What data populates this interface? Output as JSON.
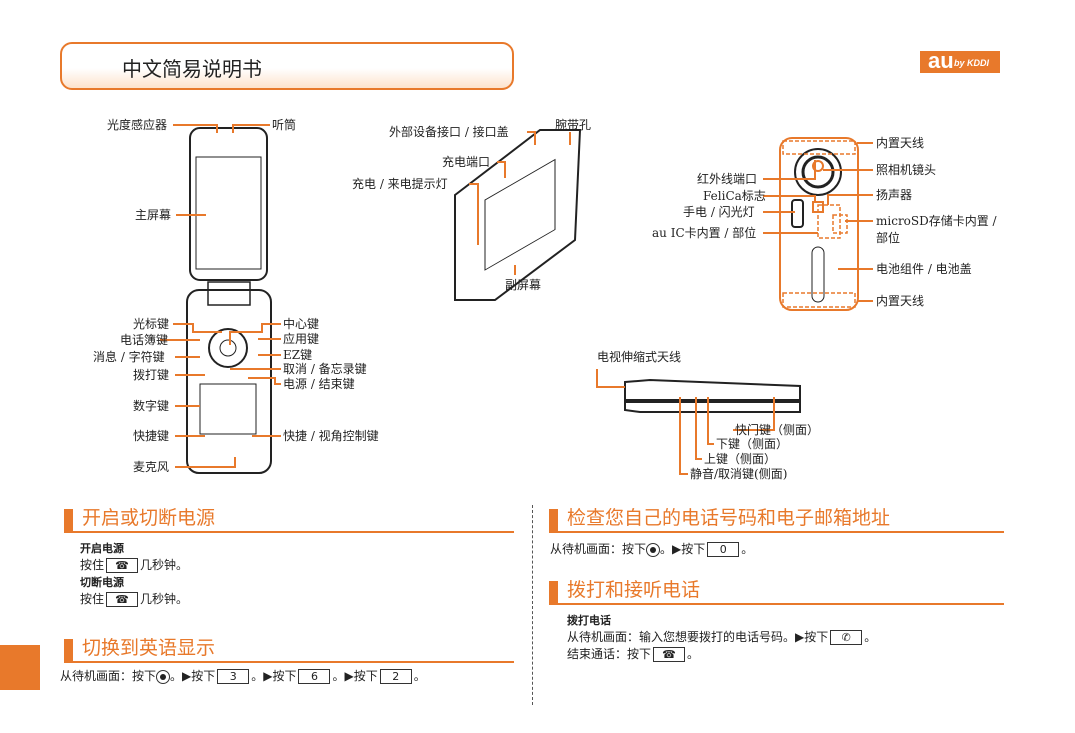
{
  "header": {
    "title": "中文简易说明书",
    "logo_text": "au",
    "logo_sub": "by KDDI"
  },
  "front": {
    "labels_left": [
      "光度感应器",
      "主屏幕",
      "光标键",
      "电话簿键",
      "消息 / 字符键",
      "拨打键",
      "数字键",
      "快捷键",
      "麦克风"
    ],
    "labels_right": [
      "听筒",
      "中心键",
      "应用键",
      "EZ键",
      "取消 / 备忘录键",
      "电源 / 结束键",
      "快捷 / 视角控制键"
    ]
  },
  "closed": {
    "labels": [
      "外部设备接口 / 接口盖",
      "腕带孔",
      "充电端口",
      "充电 / 来电提示灯",
      "副屏幕"
    ]
  },
  "back": {
    "labels_left": [
      "红外线端口",
      "FeliCa标志",
      "手电 / 闪光灯",
      "au IC卡内置 / 部位"
    ],
    "labels_right": [
      "内置天线",
      "照相机镜头",
      "扬声器",
      "microSD存储卡内置 /",
      "部位",
      "电池组件 / 电池盖",
      "内置天线"
    ]
  },
  "side": {
    "labels": [
      "电视伸缩式天线",
      "快门键（侧面）",
      "下键（侧面）",
      "上键（侧面）",
      "静音/取消键(侧面)"
    ]
  },
  "sections": {
    "power": {
      "title": "开启或切断电源",
      "on_title": "开启电源",
      "on_pre": "按住",
      "on_post": "几秒钟。",
      "off_title": "切断电源",
      "off_pre": "按住",
      "off_post": "几秒钟。",
      "key": "☎"
    },
    "english": {
      "title": "切换到英语显示",
      "pre": "从待机画面：按下",
      "s1": "。▶按下",
      "k1": "3",
      "s2": "。▶按下",
      "k2": "6",
      "s3": "。▶按下",
      "k3": "2",
      "end": "。"
    },
    "mynumber": {
      "title": "检查您自己的电话号码和电子邮箱地址",
      "pre": "从待机画面：按下",
      "s1": "。▶按下",
      "k1": "0",
      "end": "。"
    },
    "calls": {
      "title": "拨打和接听电话",
      "sub": "拨打电话",
      "line1": "从待机画面：输入您想要拨打的电话号码。▶按下",
      "k1": "✆",
      "end1": "。",
      "line2": "结束通话：按下",
      "k2": "☎",
      "end2": "。"
    }
  },
  "colors": {
    "accent": "#e8792b"
  }
}
